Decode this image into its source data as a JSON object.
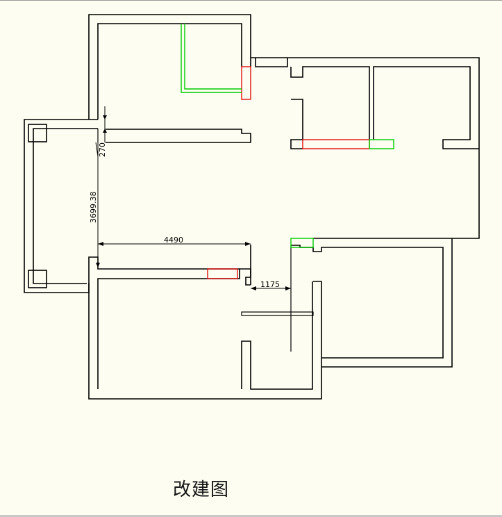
{
  "dimensions": {
    "d270": "270",
    "d3699": "3699.38",
    "d4490": "4490",
    "d1175": "1175"
  },
  "caption": "改建图",
  "colors": {
    "background": "#fdfdf1",
    "wall": "#000000",
    "removed_wall": "#e01010",
    "new_wall": "#00cc00"
  }
}
